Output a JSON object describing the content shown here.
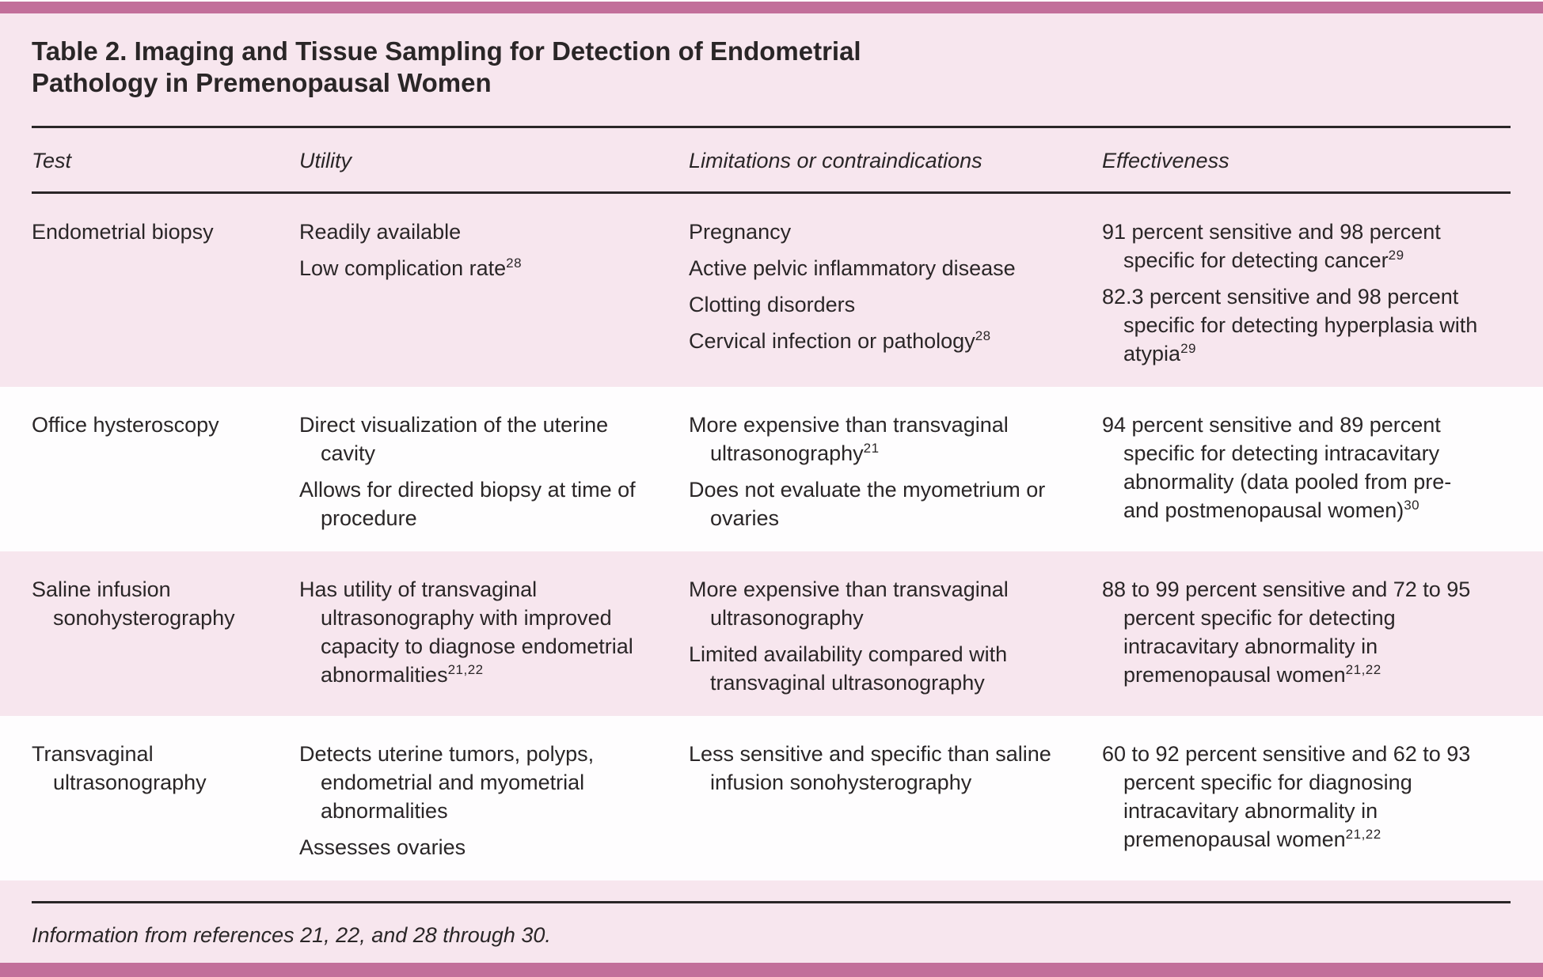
{
  "title": "Table 2. Imaging and Tissue Sampling for Detection of Endometrial Pathology in Premenopausal Women",
  "columns": {
    "test": "Test",
    "utility": "Utility",
    "limitations": "Limitations or contraindications",
    "effectiveness": "Effectiveness"
  },
  "rows": [
    {
      "test": "Endometrial biopsy",
      "utility": [
        {
          "text": "Readily available"
        },
        {
          "text": "Low complication rate",
          "sup": "28"
        }
      ],
      "limitations": [
        {
          "text": "Pregnancy"
        },
        {
          "text": "Active pelvic inflammatory disease"
        },
        {
          "text": "Clotting disorders"
        },
        {
          "text": "Cervical infection or pathology",
          "sup": "28"
        }
      ],
      "effectiveness": [
        {
          "text": "91 percent sensitive and 98 percent specific for detecting cancer",
          "sup": "29"
        },
        {
          "text": "82.3 percent sensitive and 98 percent specific for detecting hyperplasia with atypia",
          "sup": "29"
        }
      ]
    },
    {
      "test": "Office hysteroscopy",
      "utility": [
        {
          "text": "Direct visualization of the uterine cavity"
        },
        {
          "text": "Allows for directed biopsy at time of procedure"
        }
      ],
      "limitations": [
        {
          "text": "More expensive than transvaginal ultrasonography",
          "sup": "21"
        },
        {
          "text": "Does not evaluate the myometrium or ovaries"
        }
      ],
      "effectiveness": [
        {
          "text": "94 percent sensitive and 89 percent specific for detecting intracavitary abnormality (data pooled from pre- and postmenopausal women)",
          "sup": "30"
        }
      ]
    },
    {
      "test": "Saline infusion sonohysterography",
      "utility": [
        {
          "text": "Has utility of transvaginal ultrasonography with improved capacity to diagnose endometrial abnormalities",
          "sup": "21,22"
        }
      ],
      "limitations": [
        {
          "text": "More expensive than transvaginal ultrasonography"
        },
        {
          "text": "Limited availability compared with transvaginal ultrasonography"
        }
      ],
      "effectiveness": [
        {
          "text": "88 to 99 percent sensitive and 72 to 95 percent specific for detecting intracavitary abnormality in premenopausal women",
          "sup": "21,22"
        }
      ]
    },
    {
      "test": "Transvaginal ultrasonography",
      "utility": [
        {
          "text": "Detects uterine tumors, polyps, endometrial and myometrial abnormalities"
        },
        {
          "text": "Assesses ovaries"
        }
      ],
      "limitations": [
        {
          "text": "Less sensitive and specific than saline infusion sonohysterography"
        }
      ],
      "effectiveness": [
        {
          "text": "60 to 92 percent sensitive and 62 to 93 percent specific for diagnosing intracavitary abnormality in premenopausal women",
          "sup": "21,22"
        }
      ]
    }
  ],
  "footnote": "Information from references 21, 22, and 28 through 30.",
  "colors": {
    "accent_bar": "#c26f9a",
    "page_pink": "#f7e6ee",
    "row_pink": "#f7e6ee",
    "row_white": "#fefdfe",
    "ink": "#2a2627"
  }
}
